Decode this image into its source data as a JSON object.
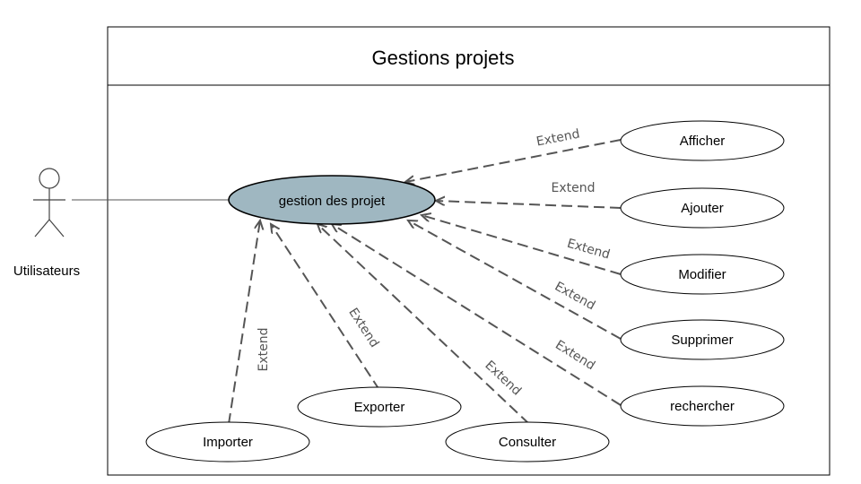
{
  "system": {
    "title": "Gestions projets"
  },
  "actor": {
    "label": "Utilisateurs"
  },
  "main_use_case": {
    "label": "gestion des projet",
    "fill": "#9fb7c1"
  },
  "use_cases": [
    {
      "label": "Afficher"
    },
    {
      "label": "Ajouter"
    },
    {
      "label": "Modifier"
    },
    {
      "label": "Supprimer"
    },
    {
      "label": "rechercher"
    },
    {
      "label": "Importer"
    },
    {
      "label": "Exporter"
    },
    {
      "label": "Consulter"
    }
  ],
  "relation_label": "Extend",
  "colors": {
    "dashed_line": "#555555",
    "outline": "#000000"
  }
}
